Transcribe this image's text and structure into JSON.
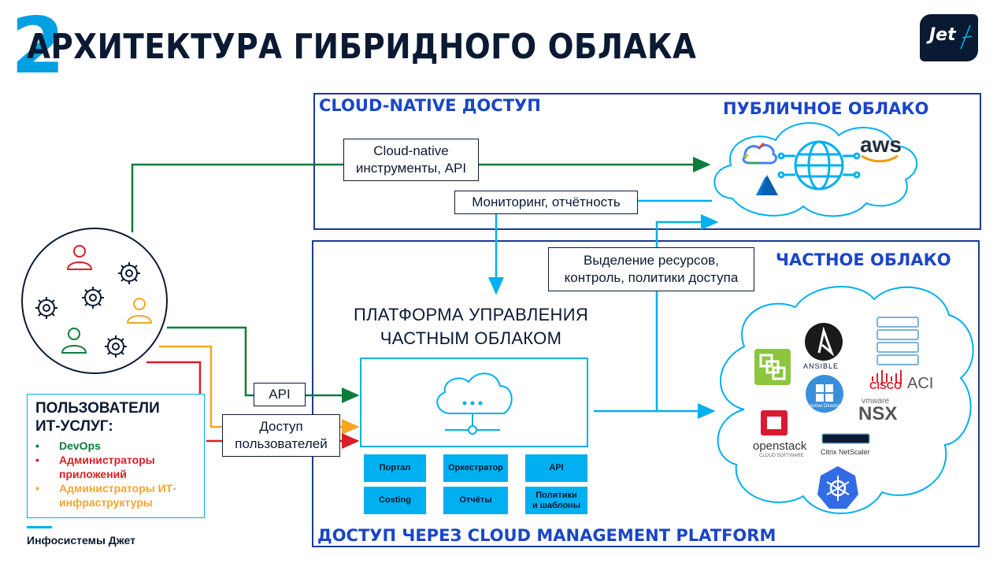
{
  "slide": {
    "number": "2",
    "title": "АРХИТЕКТУРА ГИБРИДНОГО ОБЛАКА",
    "logo_text": "Jet"
  },
  "panels": {
    "cloud_native_title": "CLOUD-NATIVE ДОСТУП",
    "public_cloud_title": "ПУБЛИЧНОЕ ОБЛАКО",
    "private_cloud_title": "ЧАСТНОЕ ОБЛАКО",
    "cmp_title": "ДОСТУП ЧЕРЕЗ CLOUD MANAGEMENT PLATFORM"
  },
  "boxes": {
    "cloud_native_tools": [
      "Cloud-native",
      "инструменты, API"
    ],
    "monitoring": "Мониторинг, отчётность",
    "resources": [
      "Выделение ресурсов,",
      "контроль, политики доступа"
    ],
    "api": "API",
    "user_access": [
      "Доступ",
      "пользователей"
    ]
  },
  "platform": {
    "title_lines": [
      "ПЛАТФОРМА УПРАВЛЕНИЯ",
      "ЧАСТНЫМ ОБЛАКОМ"
    ],
    "tiles": [
      [
        "Портал",
        "Оркестратор",
        "API"
      ],
      [
        "Costing",
        "Отчёты",
        "Политики\nи шаблоны"
      ]
    ]
  },
  "public_cloud_logos": [
    "google-cloud",
    "aws",
    "azure"
  ],
  "public_cloud_logo_text": {
    "aws": "aws"
  },
  "private_cloud_logos": {
    "ansible": "ANSIBLE",
    "cisco": "CISCO",
    "aci": "ACI",
    "active_directory": "Active Directory",
    "vmware": "vmware",
    "nsx": "NSX",
    "openstack": "openstack",
    "openstack_sub": "CLOUD SOFTWARE",
    "netscaler": "Citrix NetScaler"
  },
  "legend": {
    "title_lines": [
      "ПОЛЬЗОВАТЕЛИ",
      "ИТ-УСЛУГ:"
    ],
    "items": [
      {
        "label": "DevOps",
        "color": "#0a7d3b"
      },
      {
        "label": "Администраторы приложений",
        "color": "#d81f26"
      },
      {
        "label": "Администраторы ИТ-инфраструктуры",
        "color": "#f5a623"
      }
    ]
  },
  "footer": "Инфосистемы Джет",
  "colors": {
    "accent": "#00b0f0",
    "navy": "#0b1a33",
    "panel_border": "#1b3a93",
    "green": "#0a7d3b",
    "red": "#d81f26",
    "orange": "#f5a623"
  }
}
